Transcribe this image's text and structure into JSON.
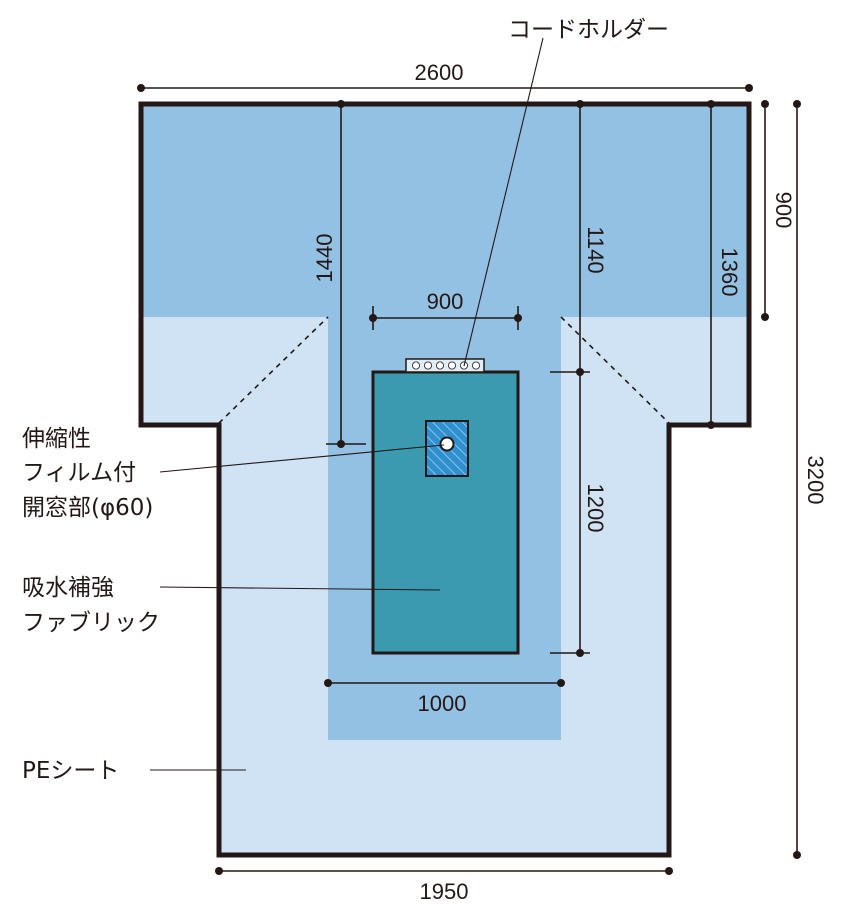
{
  "colors": {
    "outline": "#231815",
    "pe_sheet": "#cfe3f5",
    "top_band": "#92c1e3",
    "center_band": "#92c1e3",
    "reinforced_fabric": "#3a9bb0",
    "window_hatch": "#2f8fcf",
    "cord_holder": "#dfeef8"
  },
  "labels": {
    "cord_holder": "コードホルダー",
    "window_line1": "伸縮性",
    "window_line2": "フィルム付",
    "window_line3": "開窓部(φ60)",
    "fabric_line1": "吸水補強",
    "fabric_line2": "ファブリック",
    "pe_sheet": "PEシート"
  },
  "dimensions": {
    "top_width": "2600",
    "bottom_width": "1950",
    "total_height": "3200",
    "top_band_height": "900",
    "shoulder_height": "1360",
    "center_band_to_window": "1440",
    "top_to_fabric": "1140",
    "fabric_width": "900",
    "fabric_height": "1200",
    "center_band_width": "1000"
  }
}
